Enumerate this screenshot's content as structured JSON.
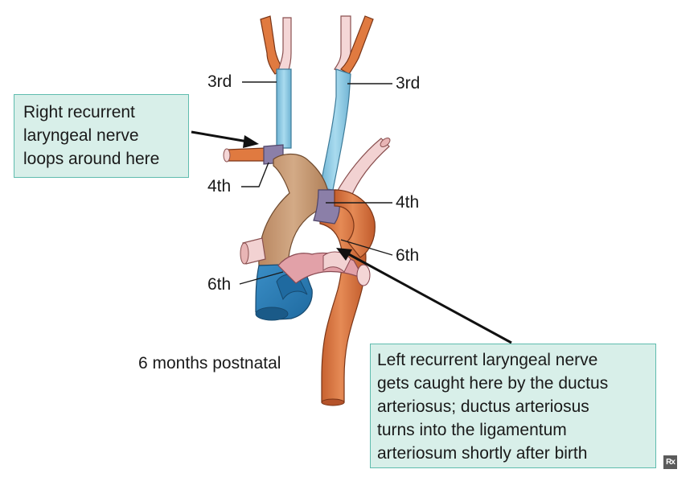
{
  "labels": {
    "third_left": "3rd",
    "third_right": "3rd",
    "fourth_left": "4th",
    "fourth_right": "4th",
    "sixth_left": "6th",
    "sixth_right": "6th",
    "stage": "6 months postnatal"
  },
  "callouts": {
    "right_nerve": [
      "Right recurrent",
      "laryngeal nerve",
      "loops around here"
    ],
    "left_nerve": [
      "Left recurrent laryngeal nerve",
      "gets caught here by the ductus",
      "arteriosus; ductus arteriosus",
      "turns into the ligamentum",
      "arteriosum shortly after birth"
    ]
  },
  "logo": "Rx",
  "colors": {
    "third_arch": "#8ecbe3",
    "fourth_arch": "#8b7fa8",
    "aorta": "#d9733f",
    "right_arch": "#c49670",
    "pulmonary_trunk": "#2d80b8",
    "sixth_arch": "#e2a1a8",
    "callout_fill": "#d8efe9",
    "callout_border": "#5fbcae"
  }
}
